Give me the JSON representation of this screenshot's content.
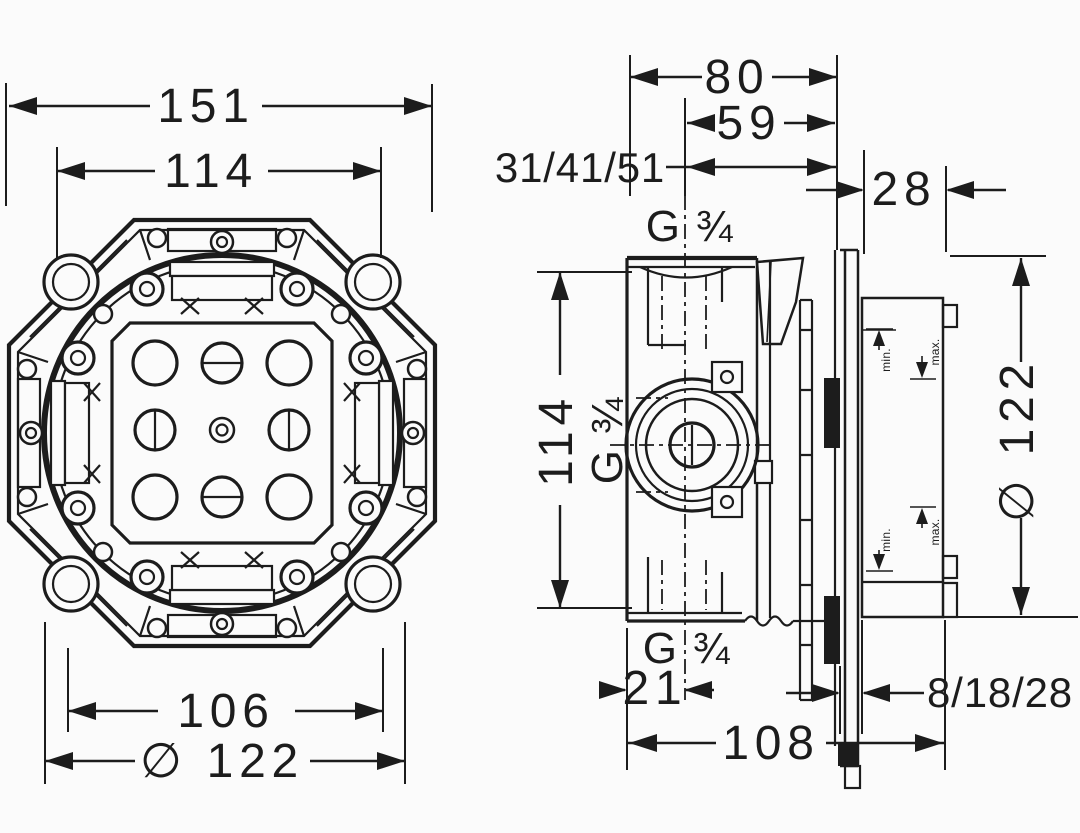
{
  "drawing_type": "installation-dimension-drawing",
  "colors": {
    "ink": "#1c1c1c",
    "background": "#fbfbfb"
  },
  "front_view": {
    "name": "front view of concealed installation unit",
    "width_total": "151",
    "width_inner": "114",
    "width_lower": "106",
    "diameter": "∅ 122"
  },
  "side_view": {
    "name": "side section view",
    "depth_total": "80",
    "depth_upper": "59",
    "install_depth_options": "31/41/51",
    "wall_to_face": "28",
    "height": "114",
    "thread_top": "G ¾",
    "thread_side": "G ¾",
    "thread_bottom": "G ¾",
    "port_offset": "21",
    "finish_depth_options": "8/18/28",
    "depth_overall": "108",
    "diameter": "∅ 122",
    "marker_min": "min.",
    "marker_max": "max."
  }
}
